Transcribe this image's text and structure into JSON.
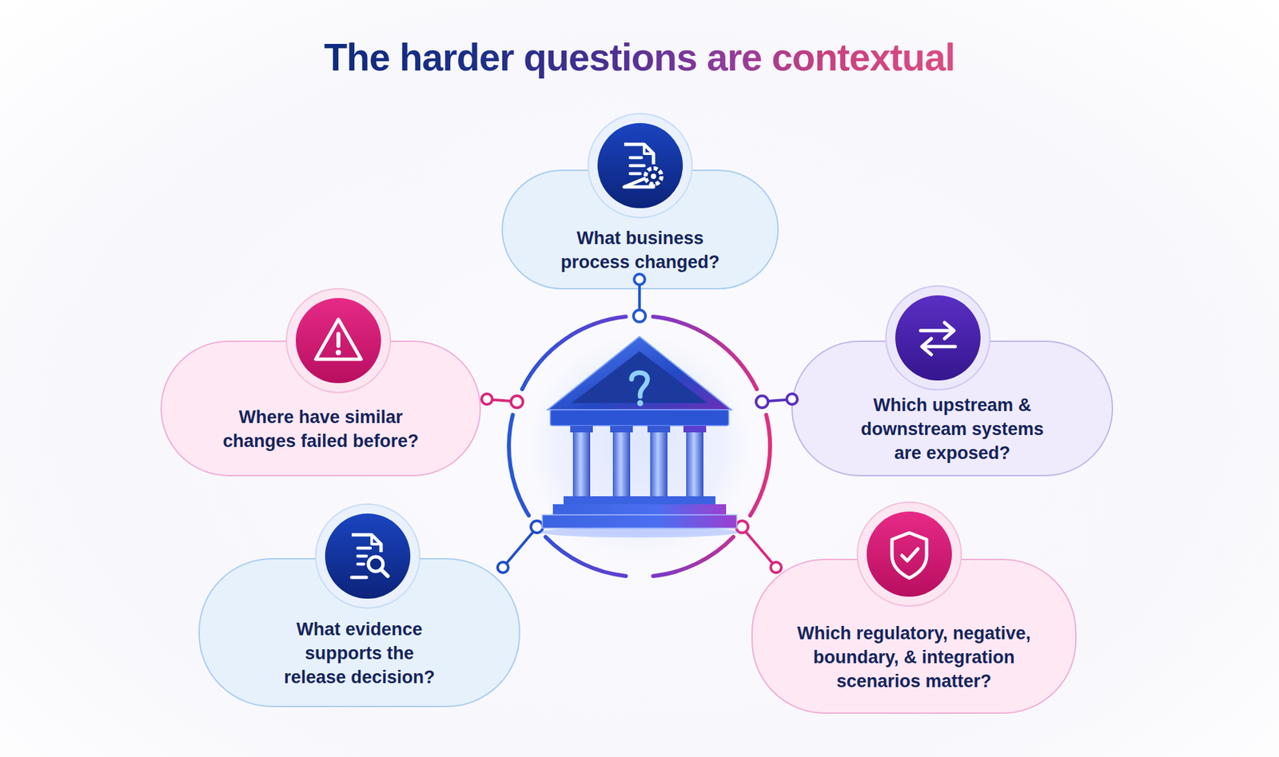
{
  "diagram": {
    "title": "The harder questions are contextual",
    "nodes": [
      {
        "text": [
          "What business process changed?"
        ]
      },
      {
        "text": [
          "Where have similar changes failed before?"
        ]
      },
      {
        "text": [
          "Which upstream & downstream systems are exposed?"
        ]
      },
      {
        "text": [
          "What evidence supports the release decision?"
        ]
      },
      {
        "text": [
          "Which regulatory, negative, boundary, & integration scenarios matter?"
        ]
      }
    ]
  }
}
